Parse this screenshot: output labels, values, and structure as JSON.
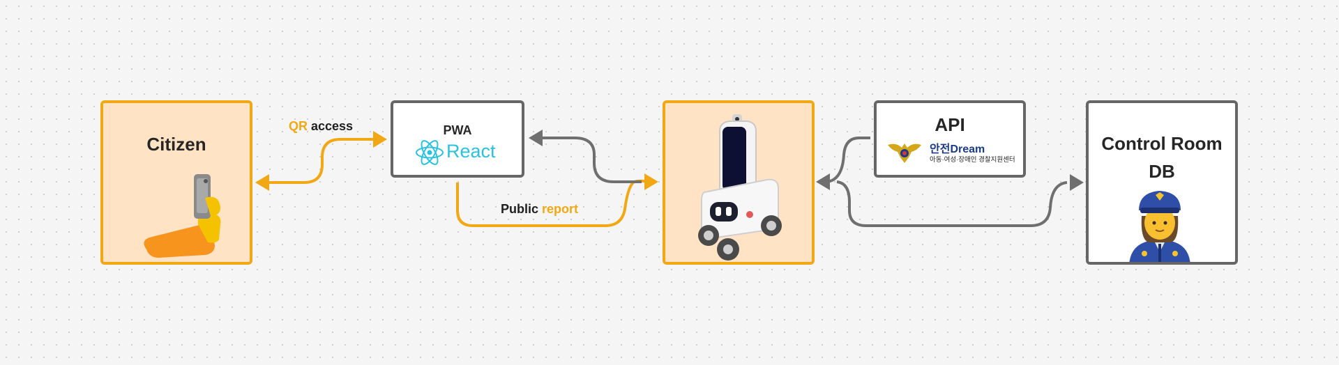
{
  "nodes": {
    "citizen": {
      "title": "Citizen",
      "icon": "selfie-hand-icon"
    },
    "pwa": {
      "title": "PWA",
      "framework": "React",
      "icon": "react-logo-icon"
    },
    "robot": {
      "icon": "patrol-robot-icon"
    },
    "api": {
      "title": "API",
      "brand_korean": "안전",
      "brand_english": "Dream",
      "brand_subtitle": "아동·여성·장애인 경찰지원센터",
      "icon": "police-emblem-icon"
    },
    "control_room": {
      "title_line1": "Control Room",
      "title_line2": "DB",
      "icon": "police-officer-icon"
    }
  },
  "edges": {
    "qr_access": {
      "highlight": "QR",
      "text": " access"
    },
    "public_report": {
      "text": "Public ",
      "highlight": "report"
    }
  },
  "colors": {
    "accent": "#f2a814",
    "gray": "#6f6f6f",
    "react": "#2bc2e0",
    "node_fill": "#ffe3c4"
  }
}
